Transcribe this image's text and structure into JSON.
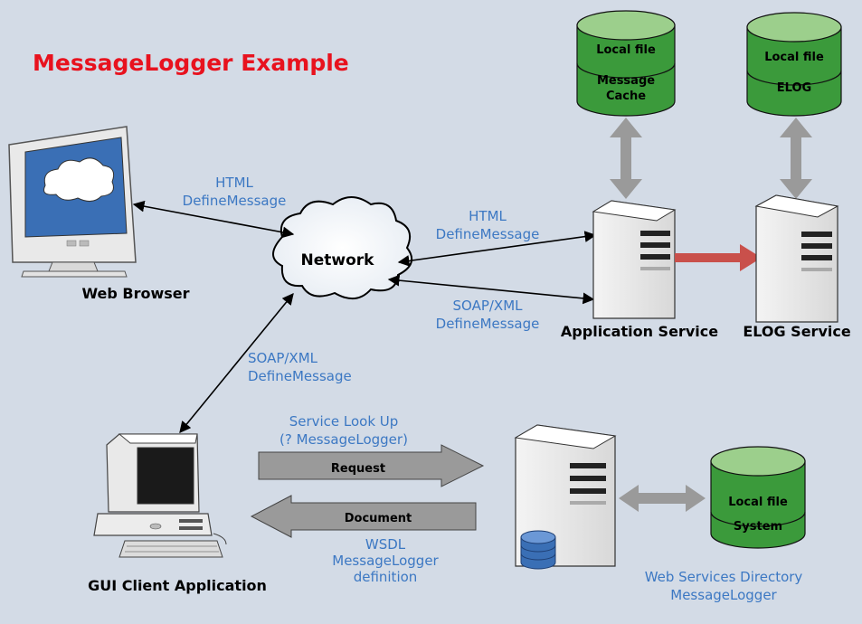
{
  "title": "MessageLogger Example",
  "nodes": {
    "web_browser": "Web Browser",
    "network": "Network",
    "app_service": "Application Service",
    "elog_service": "ELOG Service",
    "gui_client": "GUI Client Application",
    "ws_directory_line1": "Web Services Directory",
    "ws_directory_line2": "MessageLogger"
  },
  "storage": {
    "message_cache_top": "Local file",
    "message_cache_line1": "Message",
    "message_cache_line2": "Cache",
    "elog_top": "Local file",
    "elog_bottom": "ELOG",
    "filesystem_top": "Local file",
    "filesystem_bottom": "System"
  },
  "links": {
    "browser_net_line1": "HTML",
    "browser_net_line2": "DefineMessage",
    "net_app_html_line1": "HTML",
    "net_app_html_line2": "DefineMessage",
    "net_app_soap_line1": "SOAP/XML",
    "net_app_soap_line2": "DefineMessage",
    "gui_net_line1": "SOAP/XML",
    "gui_net_line2": "DefineMessage",
    "lookup_line1": "Service Look Up",
    "lookup_line2": "(? MessageLogger)",
    "request": "Request",
    "document": "Document",
    "wsdl_line1": "WSDL",
    "wsdl_line2": "MessageLogger",
    "wsdl_line3": "definition"
  },
  "colors": {
    "background": "#d3dbe6",
    "title": "#e8121e",
    "label_blue": "#3c78c3",
    "storage_green": "#3b9a3b",
    "storage_green_top": "#9ccf8c",
    "call_arrow": "#c9504b",
    "gray_arrow": "#9a9a9a"
  }
}
